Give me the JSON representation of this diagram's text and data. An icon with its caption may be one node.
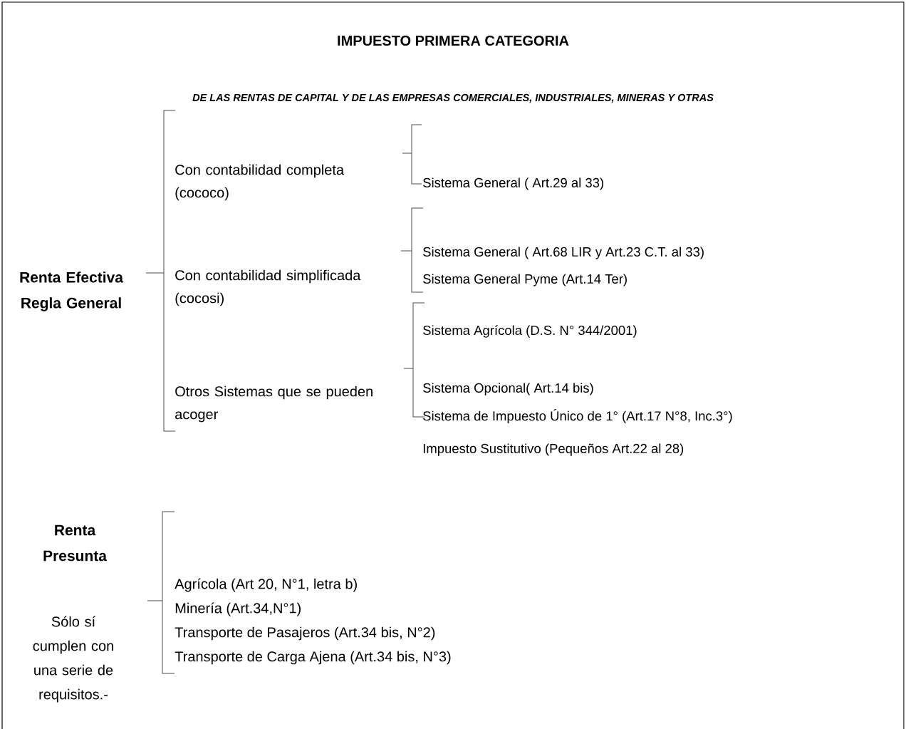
{
  "diagram": {
    "title": "IMPUESTO PRIMERA CATEGORIA",
    "labels": [
      "DE LAS RENTAS DE CAPITAL Y DE LAS EMPRESAS COMERCIALES, INDUSTRIALES, MINERAS Y OTRAS",
      "Con contabilidad completa (cococo)",
      "Sistema General ( Art.29 al 33)",
      "Renta Efectiva Regla General",
      "Sistema General ( Art.68 LIR y Art.23 C.T. al 33)",
      "Con contabilidad simplificada (cocosi)",
      "Sistema General Pyme (Art.14 Ter)",
      "Sistema Agrícola (D.S. N° 344/2001)",
      "Otros Sistemas que se pueden acoger",
      "Sistema Opcional( Art.14 bis)",
      "Sistema de Impuesto Único de 1° (Art.17 N°8, Inc.3°)",
      "Impuesto Sustitutivo (Pequeños Art.22 al 28)",
      "Renta Presunta",
      "Agrícola (Art 20, N°1, letra b)",
      "Minería (Art.34,N°1)",
      "Transporte de Pasajeros (Art.34 bis, N°2)",
      "Sólo sí cumplen con una serie de requisitos.-",
      "Transporte de Carga Ajena (Art.34 bis, N°3)"
    ]
  }
}
